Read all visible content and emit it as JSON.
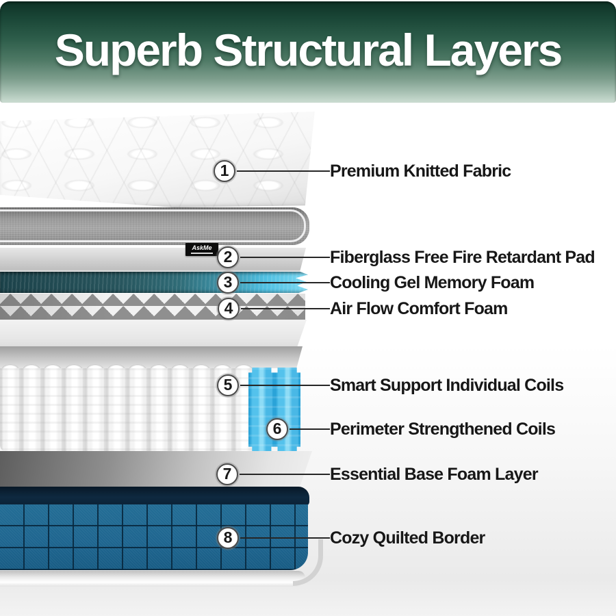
{
  "header": {
    "title": "Superb Structural Layers"
  },
  "brand_tag": {
    "label": "AskMe"
  },
  "callouts": [
    {
      "num": "1",
      "label": "Premium Knitted Fabric"
    },
    {
      "num": "2",
      "label": "Fiberglass Free Fire Retardant Pad"
    },
    {
      "num": "3",
      "label": "Cooling Gel Memory Foam"
    },
    {
      "num": "4",
      "label": "Air Flow Comfort Foam"
    },
    {
      "num": "5",
      "label": "Smart Support Individual Coils"
    },
    {
      "num": "6",
      "label": "Perimeter Strengthened Coils"
    },
    {
      "num": "7",
      "label": "Essential Base Foam Layer"
    },
    {
      "num": "8",
      "label": "Cozy Quilted Border"
    }
  ],
  "colors": {
    "header_green_dark": "#0e3226",
    "header_green_light": "#ccddd2",
    "cooling_gel_teal": "#27545c",
    "gel_edge_cyan": "#5ec8ef",
    "perimeter_coil_blue": "#49b8e6",
    "quilted_border_blue": "#216990",
    "border_grid_navy": "#11486b",
    "border_top_navy": "#0c2233"
  }
}
